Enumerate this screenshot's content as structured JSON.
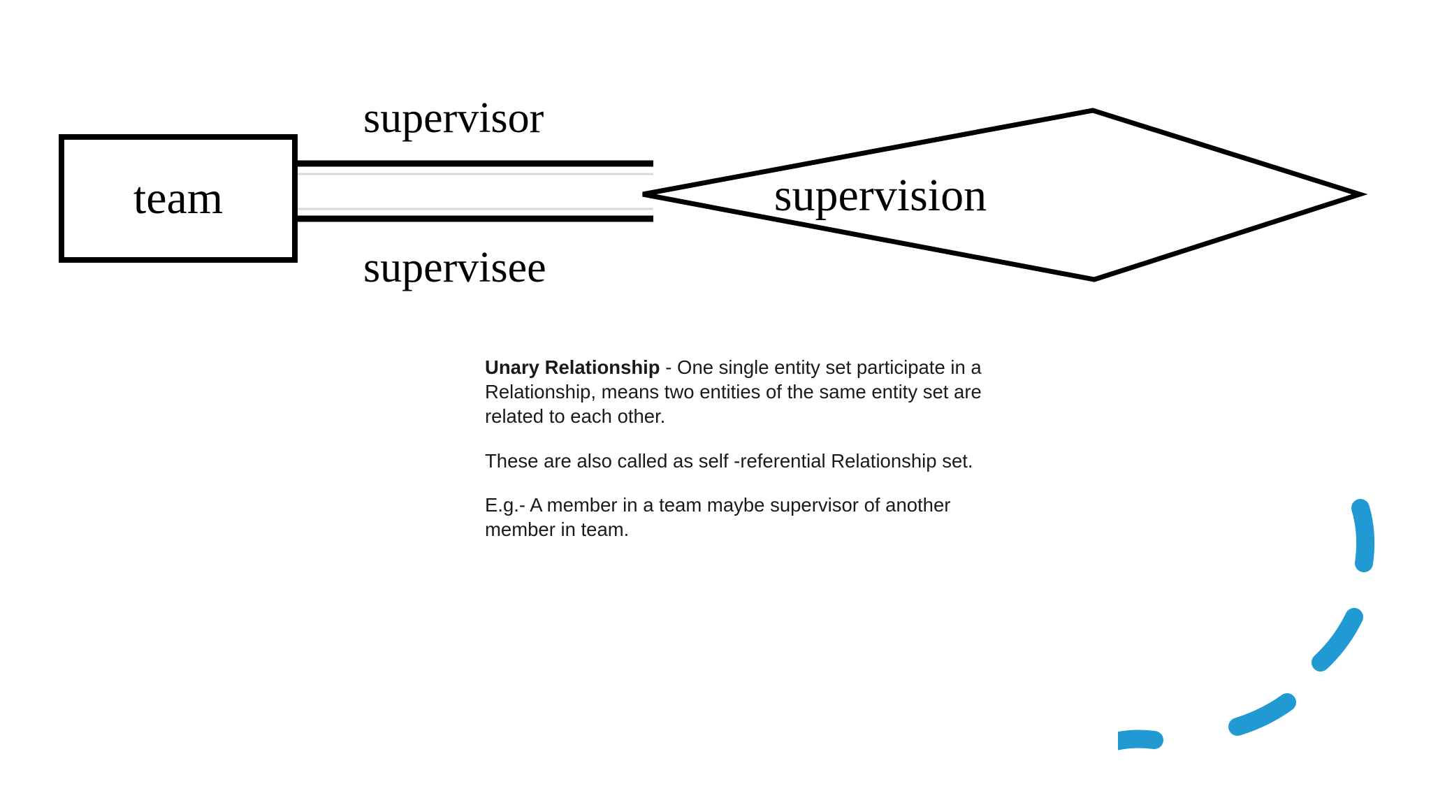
{
  "slide": {
    "background_color": "#ffffff"
  },
  "diagram": {
    "type": "entity-relationship",
    "entity": {
      "name": "team",
      "shape": "rectangle",
      "stroke_color": "#000000",
      "fill_color": "#ffffff"
    },
    "relationship": {
      "name": "supervision",
      "shape": "diamond",
      "stroke_color": "#000000",
      "fill_color": "#ffffff"
    },
    "roles": [
      {
        "label": "supervisor",
        "position": "above-upper-connector"
      },
      {
        "label": "supervisee",
        "position": "below-lower-connector"
      }
    ],
    "connectors": [
      {
        "role": "supervisor",
        "style": "double-line",
        "from": "team",
        "to": "supervision"
      },
      {
        "role": "supervisee",
        "style": "double-line",
        "from": "team",
        "to": "supervision"
      }
    ]
  },
  "description": {
    "paragraphs": [
      {
        "term": "Unary Relationship",
        "text": " - One single entity set participate in a Relationship, means two entities of the same entity set are related to each other."
      },
      {
        "term": "",
        "text": "These are also called as self -referential Relationship set."
      },
      {
        "term": "",
        "text": "E.g.- A member in a team maybe supervisor of another member in team."
      }
    ]
  },
  "decoration": {
    "name": "dashed-arc",
    "color": "#2199D3",
    "segments": 4
  }
}
